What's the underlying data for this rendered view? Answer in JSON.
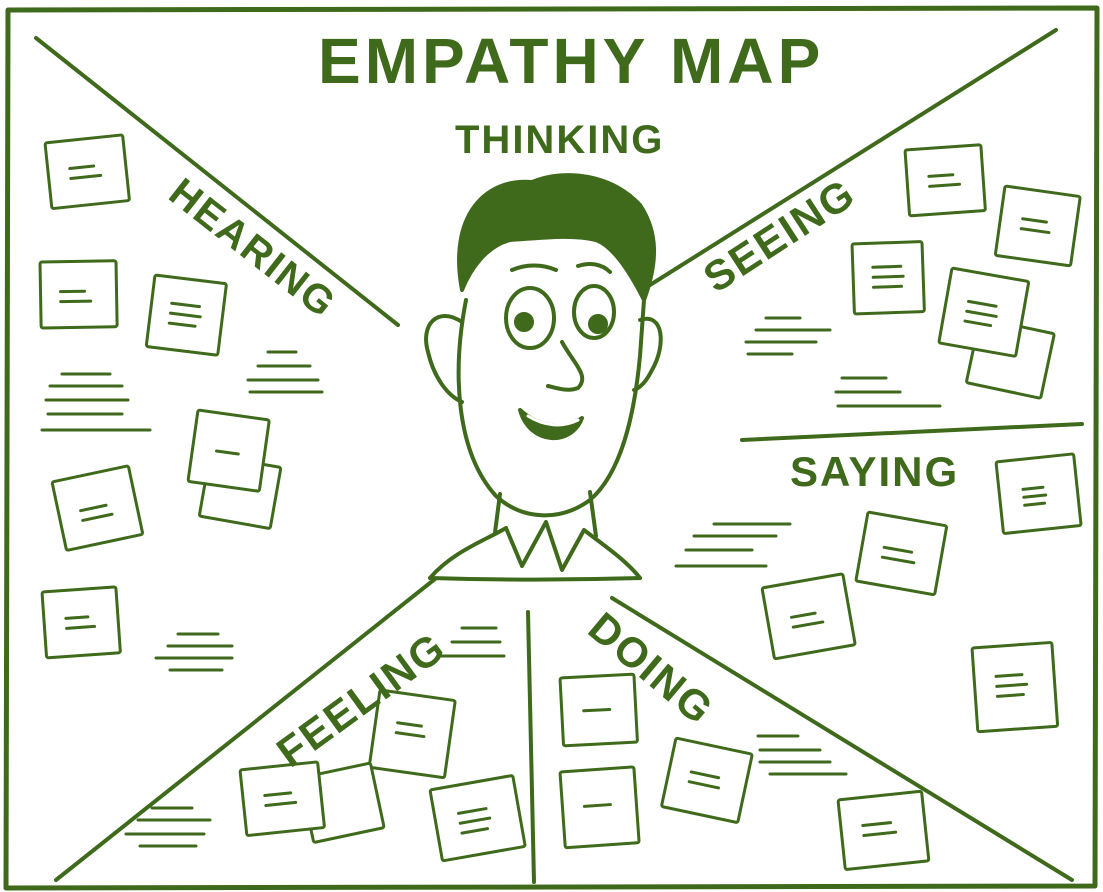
{
  "title": "EMPATHY MAP",
  "sections": {
    "thinking": "THINKING",
    "hearing": "HEARING",
    "seeing": "SEEING",
    "saying": "SAYING",
    "feeling": "FEELING",
    "doing": "DOING"
  },
  "colors": {
    "ink": "#3f6a1c",
    "paper": "#ffffff"
  },
  "icons": {
    "center": "face-illustration",
    "notes": "sticky-note-icon"
  }
}
